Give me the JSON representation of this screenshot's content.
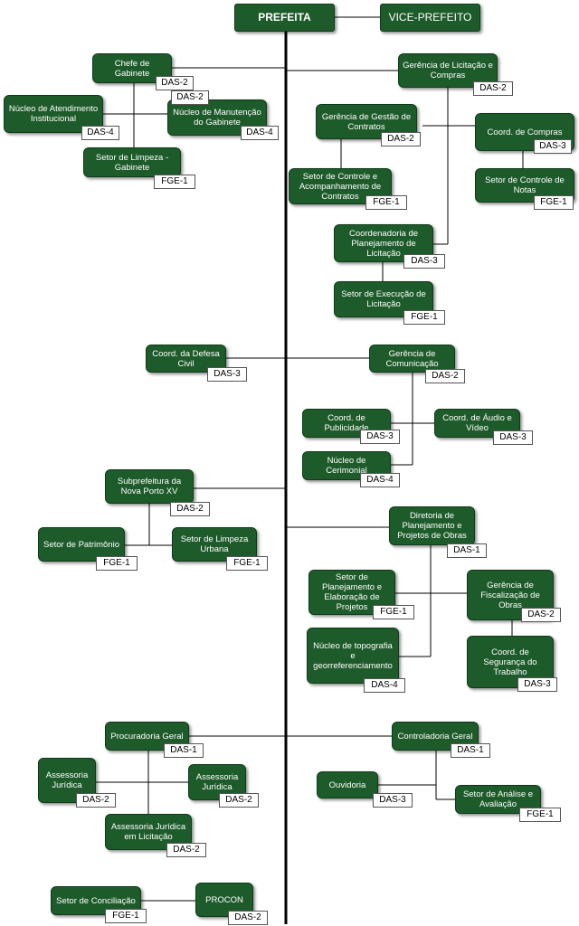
{
  "top": {
    "prefeito": "PREFEITA",
    "vice": "VICE-PREFEITO"
  },
  "units": [
    {
      "id": "chefe",
      "name": "Chefe de Gabinete",
      "code": "DAS-2"
    },
    {
      "id": "nucleo_manut",
      "name": "Núcleo de Manutenção do Gabinete",
      "code": "DAS-2"
    },
    {
      "id": "nucleo_atend",
      "name": "Núcleo de Atendimento Institucional",
      "code": "DAS-4"
    },
    {
      "id": "nucleo_manut_tag2",
      "name": "",
      "code": "DAS-4"
    },
    {
      "id": "setor_limpeza_gab",
      "name": "Setor de Limpeza - Gabinete",
      "code": "FGE-1"
    },
    {
      "id": "ger_licitacao",
      "name": "Gerência de Licitação e Compras",
      "code": "DAS-2"
    },
    {
      "id": "ger_contratos",
      "name": "Gerência de Gestão de Contratos",
      "code": "DAS-2"
    },
    {
      "id": "coord_compras",
      "name": "Coord. de Compras",
      "code": "DAS-3"
    },
    {
      "id": "setor_controle_acomp",
      "name": "Setor de Controle e Acompanhamento de Contratos",
      "code": "FGE-1"
    },
    {
      "id": "setor_controle_notas",
      "name": "Setor de Controle de Notas",
      "code": "FGE-1"
    },
    {
      "id": "coord_planej_licit",
      "name": "Coordenadoria de Planejamento de Licitação",
      "code": "DAS-3"
    },
    {
      "id": "setor_exec_licit",
      "name": "Setor de Execução de Licitação",
      "code": "FGE-1"
    },
    {
      "id": "coord_defesa",
      "name": "Coord. da Defesa Civil",
      "code": "DAS-3"
    },
    {
      "id": "ger_comunicacao",
      "name": "Gerência de Comunicação",
      "code": "DAS-2"
    },
    {
      "id": "coord_publicidade",
      "name": "Coord. de Publicidade",
      "code": "DAS-3"
    },
    {
      "id": "coord_audio",
      "name": "Coord. de Áudio e Vídeo",
      "code": "DAS-3"
    },
    {
      "id": "nucleo_cerimonial",
      "name": "Núcleo de Cerimonial",
      "code": "DAS-4"
    },
    {
      "id": "subprefeitura",
      "name": "Subprefeitura da Nova Porto XV",
      "code": "DAS-2"
    },
    {
      "id": "setor_patrimonio",
      "name": "Setor de Patrimônio",
      "code": "FGE-1"
    },
    {
      "id": "setor_limpeza_urb",
      "name": "Setor de Limpeza Urbana",
      "code": "FGE-1"
    },
    {
      "id": "diretoria_obras",
      "name": "Diretoria de Planejamento e Projetos de Obras",
      "code": "DAS-1"
    },
    {
      "id": "setor_planej_proj",
      "name": "Setor de Planejamento e Elaboração de Projetos",
      "code": "FGE-1"
    },
    {
      "id": "ger_fiscal_obras",
      "name": "Gerência de Fiscalização de Obras",
      "code": "DAS-2"
    },
    {
      "id": "nucleo_topo",
      "name": "Núcleo de topografia e georreferenciamento",
      "code": "DAS-4"
    },
    {
      "id": "coord_seguranca",
      "name": "Coord. de Segurança do Trabalho",
      "code": "DAS-3"
    },
    {
      "id": "procuradoria",
      "name": "Procuradoria Geral",
      "code": "DAS-1"
    },
    {
      "id": "controladoria",
      "name": "Controladoria Geral",
      "code": "DAS-1"
    },
    {
      "id": "assessoria_jur1",
      "name": "Assessoria Jurídica",
      "code": "DAS-2"
    },
    {
      "id": "assessoria_jur2",
      "name": "Assessoria Jurídica",
      "code": "DAS-2"
    },
    {
      "id": "ouvidoria",
      "name": "Ouvidoria",
      "code": "DAS-3"
    },
    {
      "id": "setor_analise",
      "name": "Setor de Análise e Avaliação",
      "code": "FGE-1"
    },
    {
      "id": "assessoria_licit",
      "name": "Assessoria Jurídica em Licitação",
      "code": "DAS-2"
    },
    {
      "id": "setor_conciliacao",
      "name": "Setor de Conciliação",
      "code": "FGE-1"
    },
    {
      "id": "procon",
      "name": "PROCON",
      "code": "DAS-2"
    }
  ]
}
